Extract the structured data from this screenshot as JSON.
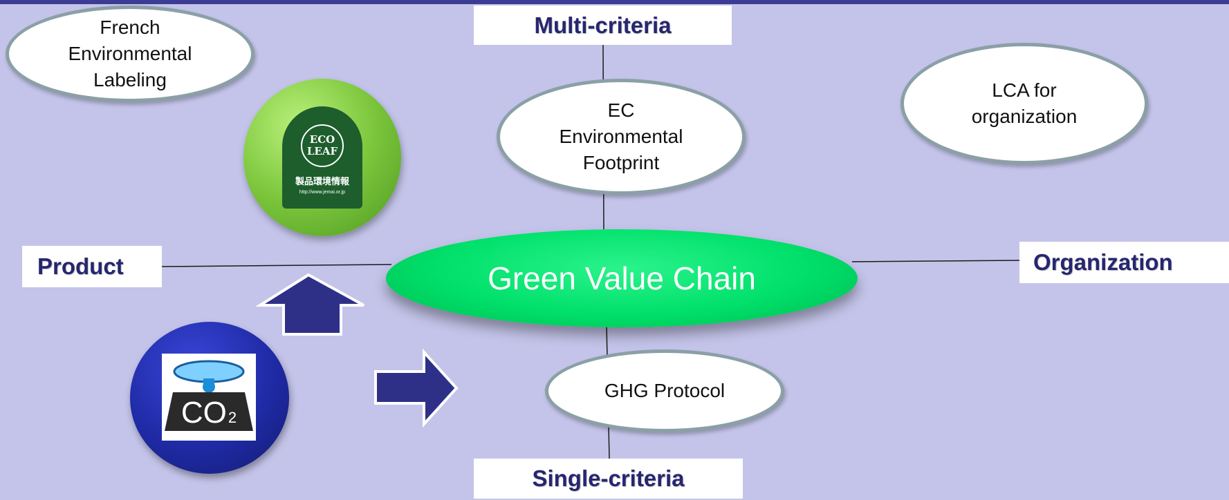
{
  "axes": {
    "top": "Multi-criteria",
    "bottom": "Single-criteria",
    "left": "Product",
    "right": "Organization"
  },
  "center": "Green Value Chain",
  "ellipses": {
    "french": "French\nEnvironmental\nLabeling",
    "ec": "EC\nEnvironmental\nFootprint",
    "lca": "LCA for\norganization",
    "ghg": "GHG Protocol"
  },
  "ecoleaf": {
    "line1": "ECO",
    "line2": "LEAF",
    "japanese": "製品環境情報",
    "url": "http://www.jemai.or.jp"
  },
  "co2_icon": {
    "label": "CO",
    "subscript": "2"
  },
  "colors": {
    "background": "#c4c4ea",
    "axis_text": "#262670",
    "center_fill": "#00e06a",
    "arrow_fill": "#2e3088"
  }
}
